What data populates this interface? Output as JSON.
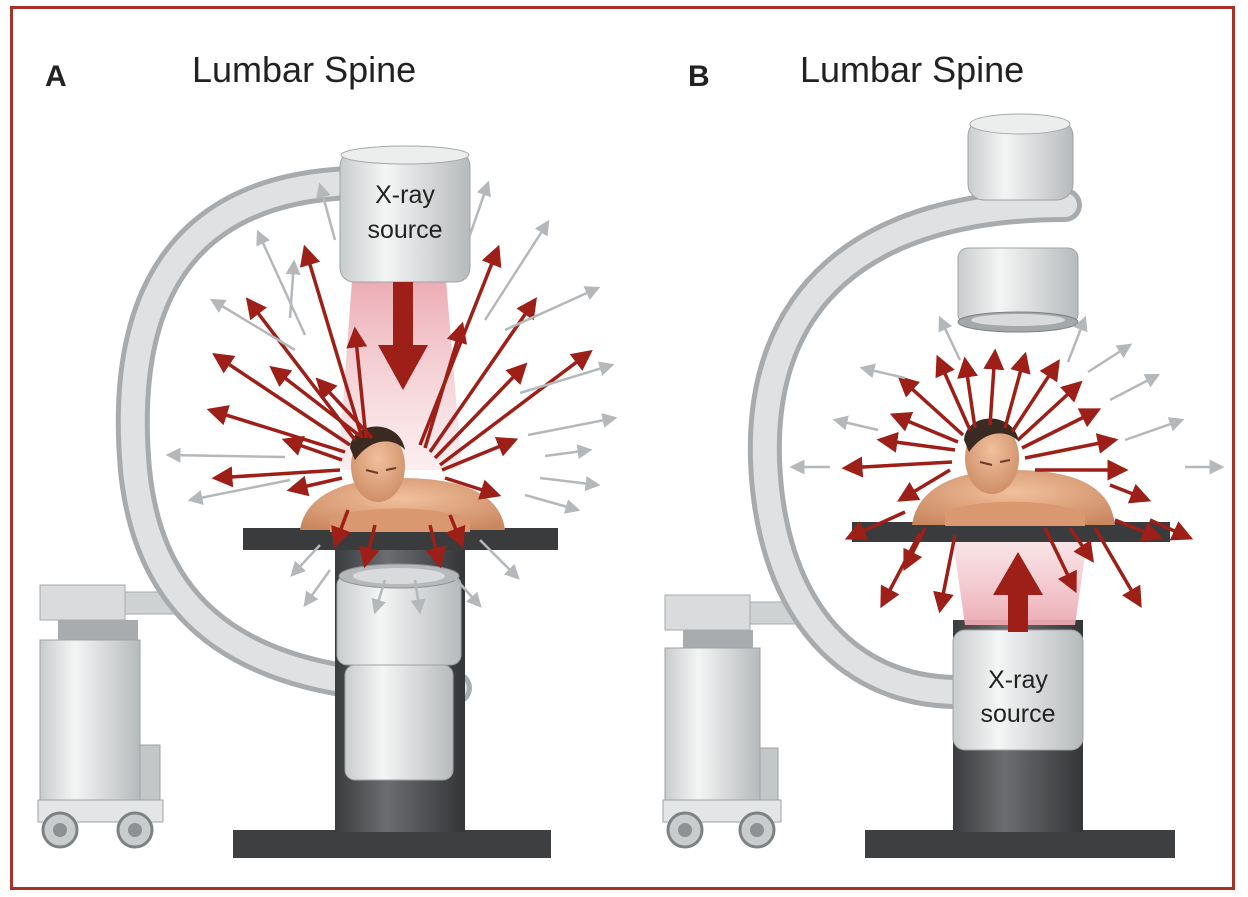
{
  "panels": [
    {
      "letter": "A",
      "title": "Lumbar Spine",
      "source_label_line1": "X-ray",
      "source_label_line2": "source",
      "source_position": "top"
    },
    {
      "letter": "B",
      "title": "Lumbar Spine",
      "source_label_line1": "X-ray",
      "source_label_line2": "source",
      "source_position": "bottom"
    }
  ],
  "colors": {
    "frame": "#a8322a",
    "scatter_primary": "#9e1f17",
    "scatter_secondary": "#b5b8bb",
    "beam": "#f2c4c9",
    "machine_light": "#e3e5e6",
    "machine_dark": "#4c4d4f",
    "skin": "#e3a57f",
    "hair": "#3a2a22"
  }
}
